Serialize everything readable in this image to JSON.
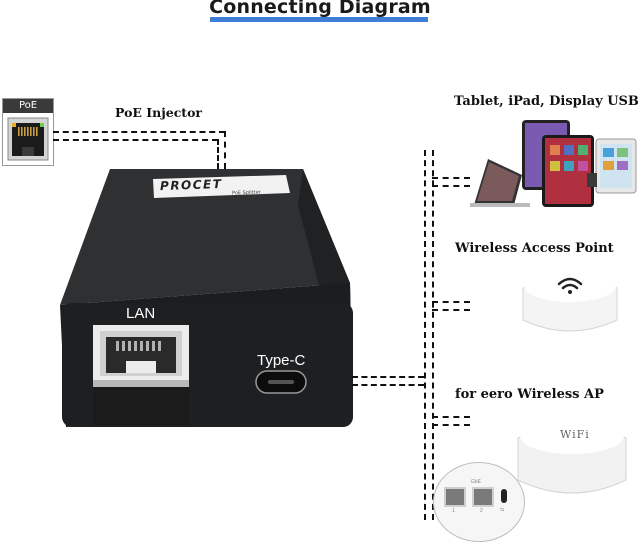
{
  "header": {
    "title": "Connecting Diagram"
  },
  "poe_port": {
    "label": "PoE"
  },
  "injector": {
    "label": "PoE Injector"
  },
  "device": {
    "brand": "PROCET",
    "brand_sub": "PoE Splitter",
    "lan_label": "LAN",
    "typec_label": "Type-C"
  },
  "targets": {
    "tablet": "Tablet, iPad, Display USB C",
    "ap": "Wireless Access Point",
    "eero": "for eero Wireless AP"
  },
  "eero_device": {
    "logo": "WiFi",
    "port_header": "GbE",
    "port1": "1",
    "port2": "2",
    "usb_mark": "⇆"
  },
  "colors": {
    "accent": "#3e7ed6",
    "device_body": "#2b2c2e",
    "front_face": "#1c1d1f"
  }
}
